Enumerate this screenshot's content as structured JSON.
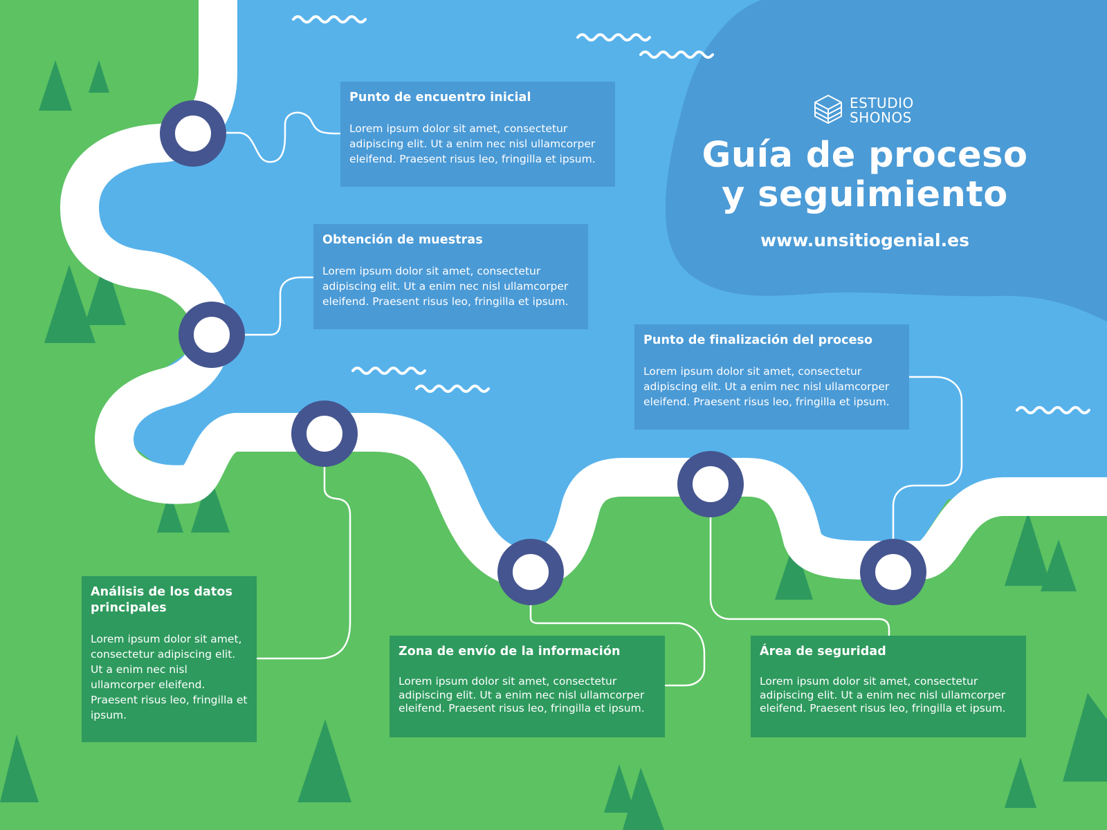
{
  "brand": {
    "line1": "ESTUDIO",
    "line2": "SHONOS",
    "logo_icon": "layered-cube-logo-icon"
  },
  "title": {
    "line1": "Guía de proceso",
    "line2": "y seguimiento"
  },
  "url": "www.unsitiogenial.es",
  "steps": [
    {
      "title": "Punto de encuentro inicial",
      "body": "Lorem ipsum dolor sit amet, consectetur adipiscing elit. Ut a enim nec nisl ullamcorper eleifend. Praesent risus leo, fringilla et ipsum."
    },
    {
      "title": "Obtención de muestras",
      "body": "Lorem ipsum dolor sit amet, consectetur adipiscing elit. Ut a enim nec nisl ullamcorper eleifend. Praesent risus leo, fringilla et ipsum."
    },
    {
      "title": "Análisis de los datos principales",
      "body": "Lorem ipsum dolor sit amet, consectetur adipiscing elit. Ut a enim nec nisl ullamcorper eleifend. Praesent risus leo, fringilla et ipsum."
    },
    {
      "title": "Zona de envío de la información",
      "body": "Lorem ipsum dolor sit amet, consectetur adipiscing elit. Ut a enim nec nisl ullamcorper eleifend. Praesent risus leo, fringilla et ipsum."
    },
    {
      "title": "Área de seguridad",
      "body": "Lorem ipsum dolor sit amet, consectetur adipiscing elit. Ut a enim nec nisl ullamcorper eleifend. Praesent risus leo, fringilla et ipsum."
    },
    {
      "title": "Punto de finalización del proceso",
      "body": "Lorem ipsum dolor sit amet, consectetur adipiscing elit. Ut a enim nec nisl ullamcorper eleifend. Praesent risus leo, fringilla et ipsum."
    }
  ],
  "colors": {
    "land": "#5cc262",
    "water": "#57b2ea",
    "blob": "#4b9bd6",
    "road": "#ffffff",
    "marker": "#45558f",
    "tree": "#2e9a5e",
    "card_blue": "#4a9ad6",
    "card_green": "#2e9a5e"
  }
}
